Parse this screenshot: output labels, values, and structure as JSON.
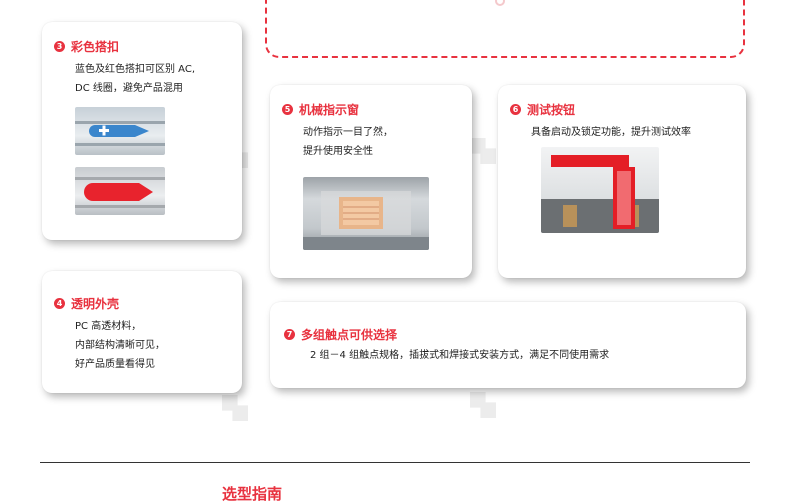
{
  "colors": {
    "accent": "#e8323f"
  },
  "cards": {
    "c3": {
      "num": "3",
      "title": "彩色搭扣",
      "lines": [
        "蓝色及红色搭扣可区别 AC,",
        "DC 线圈，避免产品混用"
      ]
    },
    "c5": {
      "num": "5",
      "title": "机械指示窗",
      "lines": [
        "动作指示一目了然，",
        "提升使用安全性"
      ]
    },
    "c6": {
      "num": "6",
      "title": "测试按钮",
      "lines": [
        "具备启动及锁定功能，提升测试效率"
      ]
    },
    "c4": {
      "num": "4",
      "title": "透明外壳",
      "lines": [
        "PC 高透材料，",
        "内部结构清晰可见，",
        "好产品质量看得见"
      ]
    },
    "c7": {
      "num": "7",
      "title": "多组触点可供选择",
      "lines": [
        "2 组－4 组触点规格，插拔式和焊接式安装方式，满足不同使用需求"
      ]
    }
  },
  "bottom": {
    "title": "选型指南"
  }
}
